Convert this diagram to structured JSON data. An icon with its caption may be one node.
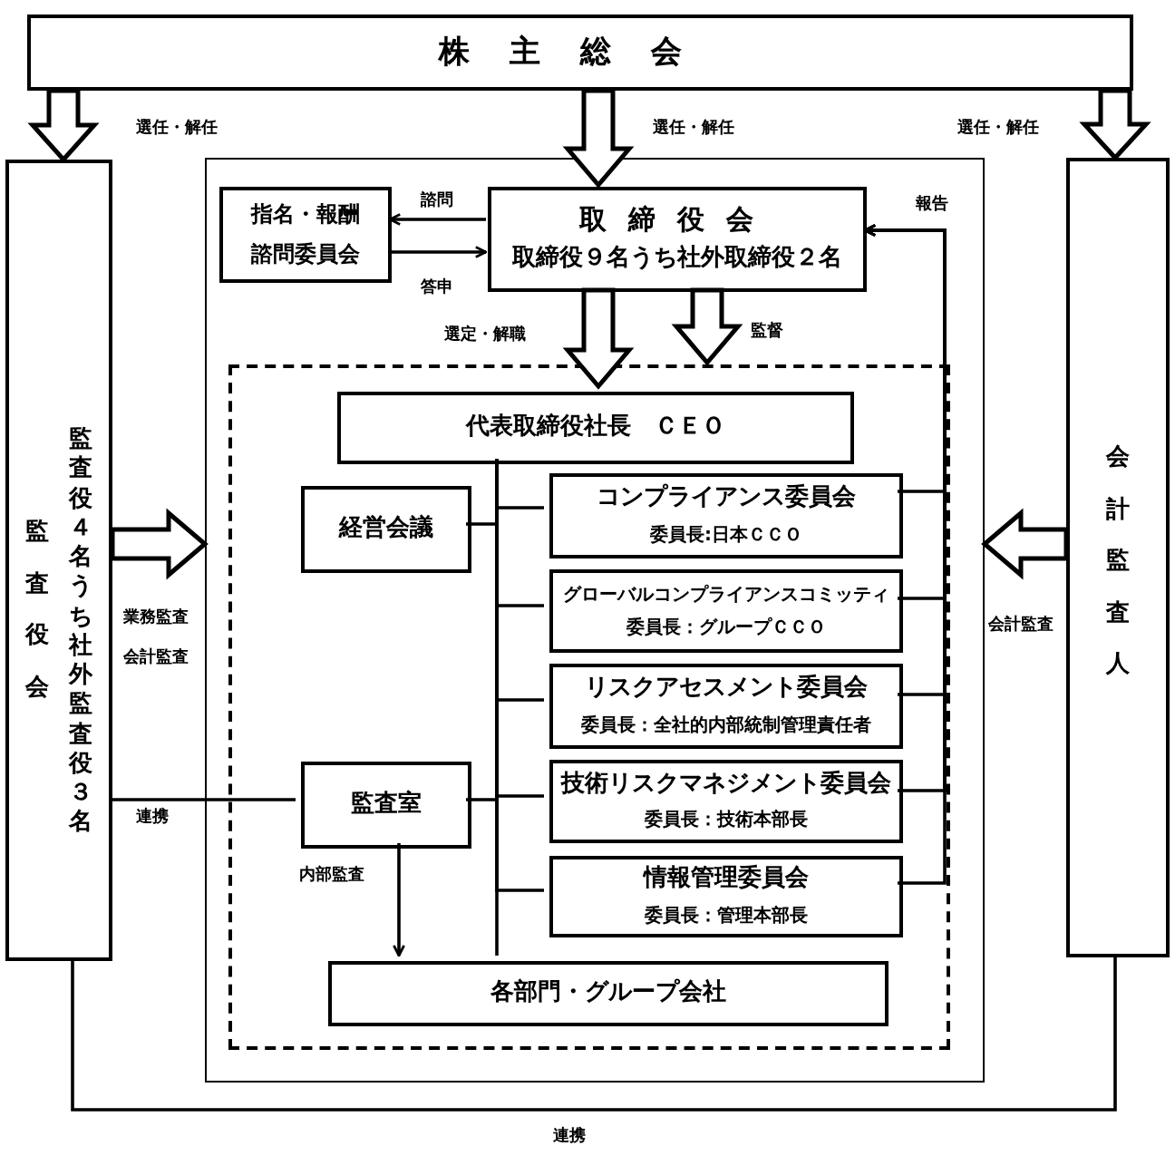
{
  "diagram": {
    "nodes": [
      {
        "text": [
          "株主総会"
        ]
      },
      {
        "text": [
          "監査役会",
          "監査役４名うち社外監査役３名"
        ]
      },
      {
        "text": [
          "会計監査人"
        ]
      },
      {
        "text": [],
        "shape": "box"
      },
      {
        "text": [
          "指名・報酬諮問委員会"
        ],
        "in": 3
      },
      {
        "text": [
          "取締役会",
          "取締役９名うち社外取締役２名"
        ],
        "in": 3
      },
      {
        "text": [],
        "shape": "box",
        "in": 3
      },
      {
        "text": [
          "代表取締役社長　ＣＥＯ"
        ],
        "in": 6
      },
      {
        "text": [
          "経営会議"
        ],
        "in": 6
      },
      {
        "text": [
          "コンプライアンス委員会",
          "委員長:日本ＣＣＯ"
        ],
        "in": 6
      },
      {
        "text": [
          "グローバルコンプライアンスコミッティ",
          "委員長：グループＣＣＯ"
        ],
        "in": 6
      },
      {
        "text": [
          "リスクアセスメント委員会",
          "委員長：全社的内部統制管理責任者"
        ],
        "in": 6
      },
      {
        "text": [
          "技術リスクマネジメント委員会",
          "委員長：技術本部長"
        ],
        "in": 6
      },
      {
        "text": [
          "情報管理委員会",
          "委員長：管理本部長"
        ],
        "in": 6
      },
      {
        "text": [
          "監査室"
        ],
        "in": 6
      },
      {
        "text": [
          "各部門・グループ会社"
        ],
        "in": 6
      }
    ],
    "edges": [
      {
        "from": 0,
        "to": 1,
        "arrow": "to",
        "label": "選任・解任"
      },
      {
        "from": 0,
        "to": 5,
        "arrow": "to",
        "label": "選任・解任"
      },
      {
        "from": 0,
        "to": 2,
        "arrow": "to",
        "label": "選任・解任"
      },
      {
        "from": 5,
        "to": 4,
        "arrow": "to",
        "label": "諮問"
      },
      {
        "from": 4,
        "to": 5,
        "arrow": "to",
        "label": "答申"
      },
      {
        "from": 5,
        "to": 7,
        "arrow": "to",
        "label": "選定・解職"
      },
      {
        "from": 5,
        "to": 6,
        "arrow": "to",
        "label": "監督"
      },
      {
        "from": 1,
        "to": 3,
        "arrow": "to",
        "label": "業務監査"
      },
      {
        "from": 2,
        "to": 3,
        "arrow": "to",
        "label": "会計監査"
      },
      {
        "from": 1,
        "to": 14,
        "arrow": "none",
        "label": "連携"
      },
      {
        "from": 1,
        "to": 2,
        "arrow": "none",
        "label": "連携"
      },
      {
        "from": 9,
        "to": 5,
        "arrow": "to",
        "label": "報告"
      },
      {
        "from": 10,
        "to": 5,
        "arrow": "to"
      },
      {
        "from": 11,
        "to": 5,
        "arrow": "to"
      },
      {
        "from": 12,
        "to": 5,
        "arrow": "to"
      },
      {
        "from": 13,
        "to": 5,
        "arrow": "to"
      },
      {
        "from": 14,
        "to": 15,
        "arrow": "to",
        "label": "内部監査"
      },
      {
        "from": 7,
        "to": 8,
        "arrow": "none"
      },
      {
        "from": 7,
        "to": 9,
        "arrow": "none"
      },
      {
        "from": 7,
        "to": 10,
        "arrow": "none"
      },
      {
        "from": 7,
        "to": 11,
        "arrow": "none"
      },
      {
        "from": 7,
        "to": 12,
        "arrow": "none"
      },
      {
        "from": 7,
        "to": 13,
        "arrow": "none"
      },
      {
        "from": 7,
        "to": 14,
        "arrow": "none"
      },
      {
        "from": 7,
        "to": 15,
        "arrow": "none"
      }
    ],
    "labels": [
      "会計監査"
    ]
  }
}
